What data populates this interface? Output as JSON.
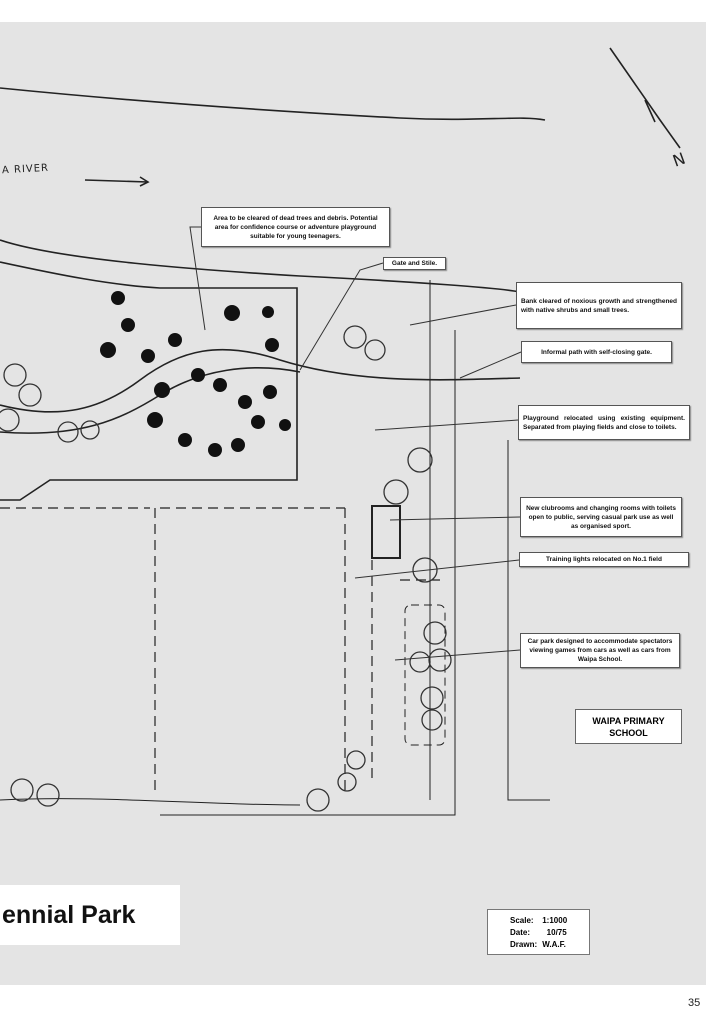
{
  "map": {
    "river_label": "A RIVER",
    "north_label": "N",
    "title": "ennial Park",
    "school_label_lines": [
      "WAIPA PRIMARY",
      "SCHOOL"
    ]
  },
  "notes": {
    "clearing": "Area to be cleared of dead trees and debris. Potential area for confidence course or adventure playground suitable for young teenagers.",
    "gate": "Gate and Stile.",
    "bank": "Bank cleared of noxious growth and strengthened with native shrubs and small trees.",
    "path": "Informal path with self-closing gate.",
    "playground": "Playground relocated using existing equipment. Separated from playing fields and close to toilets.",
    "clubrooms": "New clubrooms and changing rooms with toilets open to public, serving casual park use as well as organised sport.",
    "lights": "Training lights relocated on No.1 field",
    "carpark": "Car park designed to accommodate spectators viewing games from cars as well as cars from Waipa School."
  },
  "legend": {
    "scale_label": "Scale:",
    "scale_value": "1:1000",
    "date_label": "Date:",
    "date_value": "10/75",
    "drawn_label": "Drawn:",
    "drawn_value": "W.A.F."
  },
  "page_number": "35"
}
